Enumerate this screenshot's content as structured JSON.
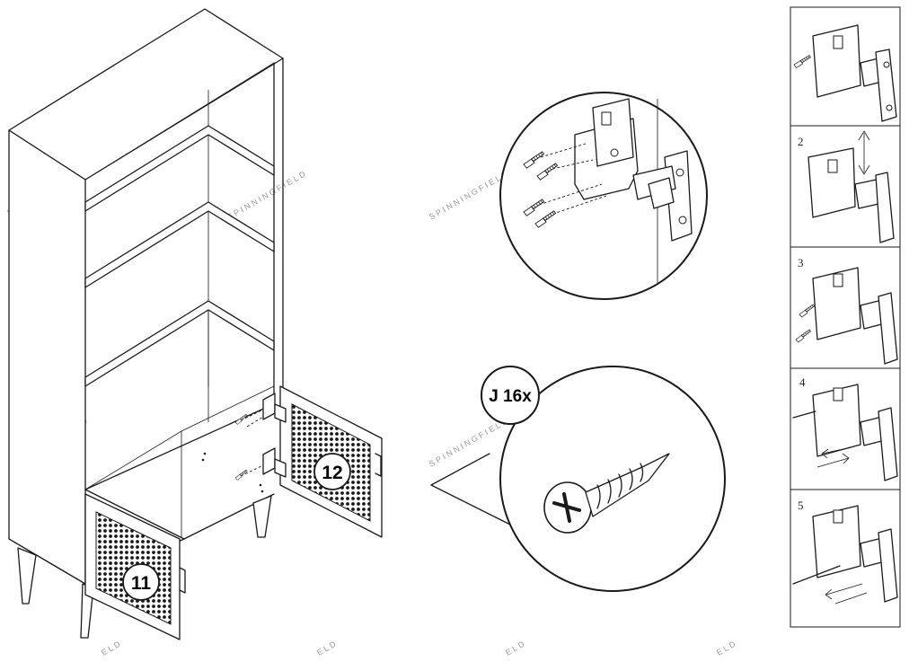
{
  "door_labels": {
    "left": "11",
    "right": "12"
  },
  "screw_callout": {
    "label": "J 16x"
  },
  "steps": [
    {
      "number": ""
    },
    {
      "number": "2"
    },
    {
      "number": "3"
    },
    {
      "number": "4"
    },
    {
      "number": "5"
    }
  ],
  "watermark": {
    "text": "SPINNINGFIELD",
    "fragment": "ELD"
  },
  "colors": {
    "line": "#1a1a1a",
    "watermark": "#9a9a9a",
    "background": "#ffffff"
  }
}
